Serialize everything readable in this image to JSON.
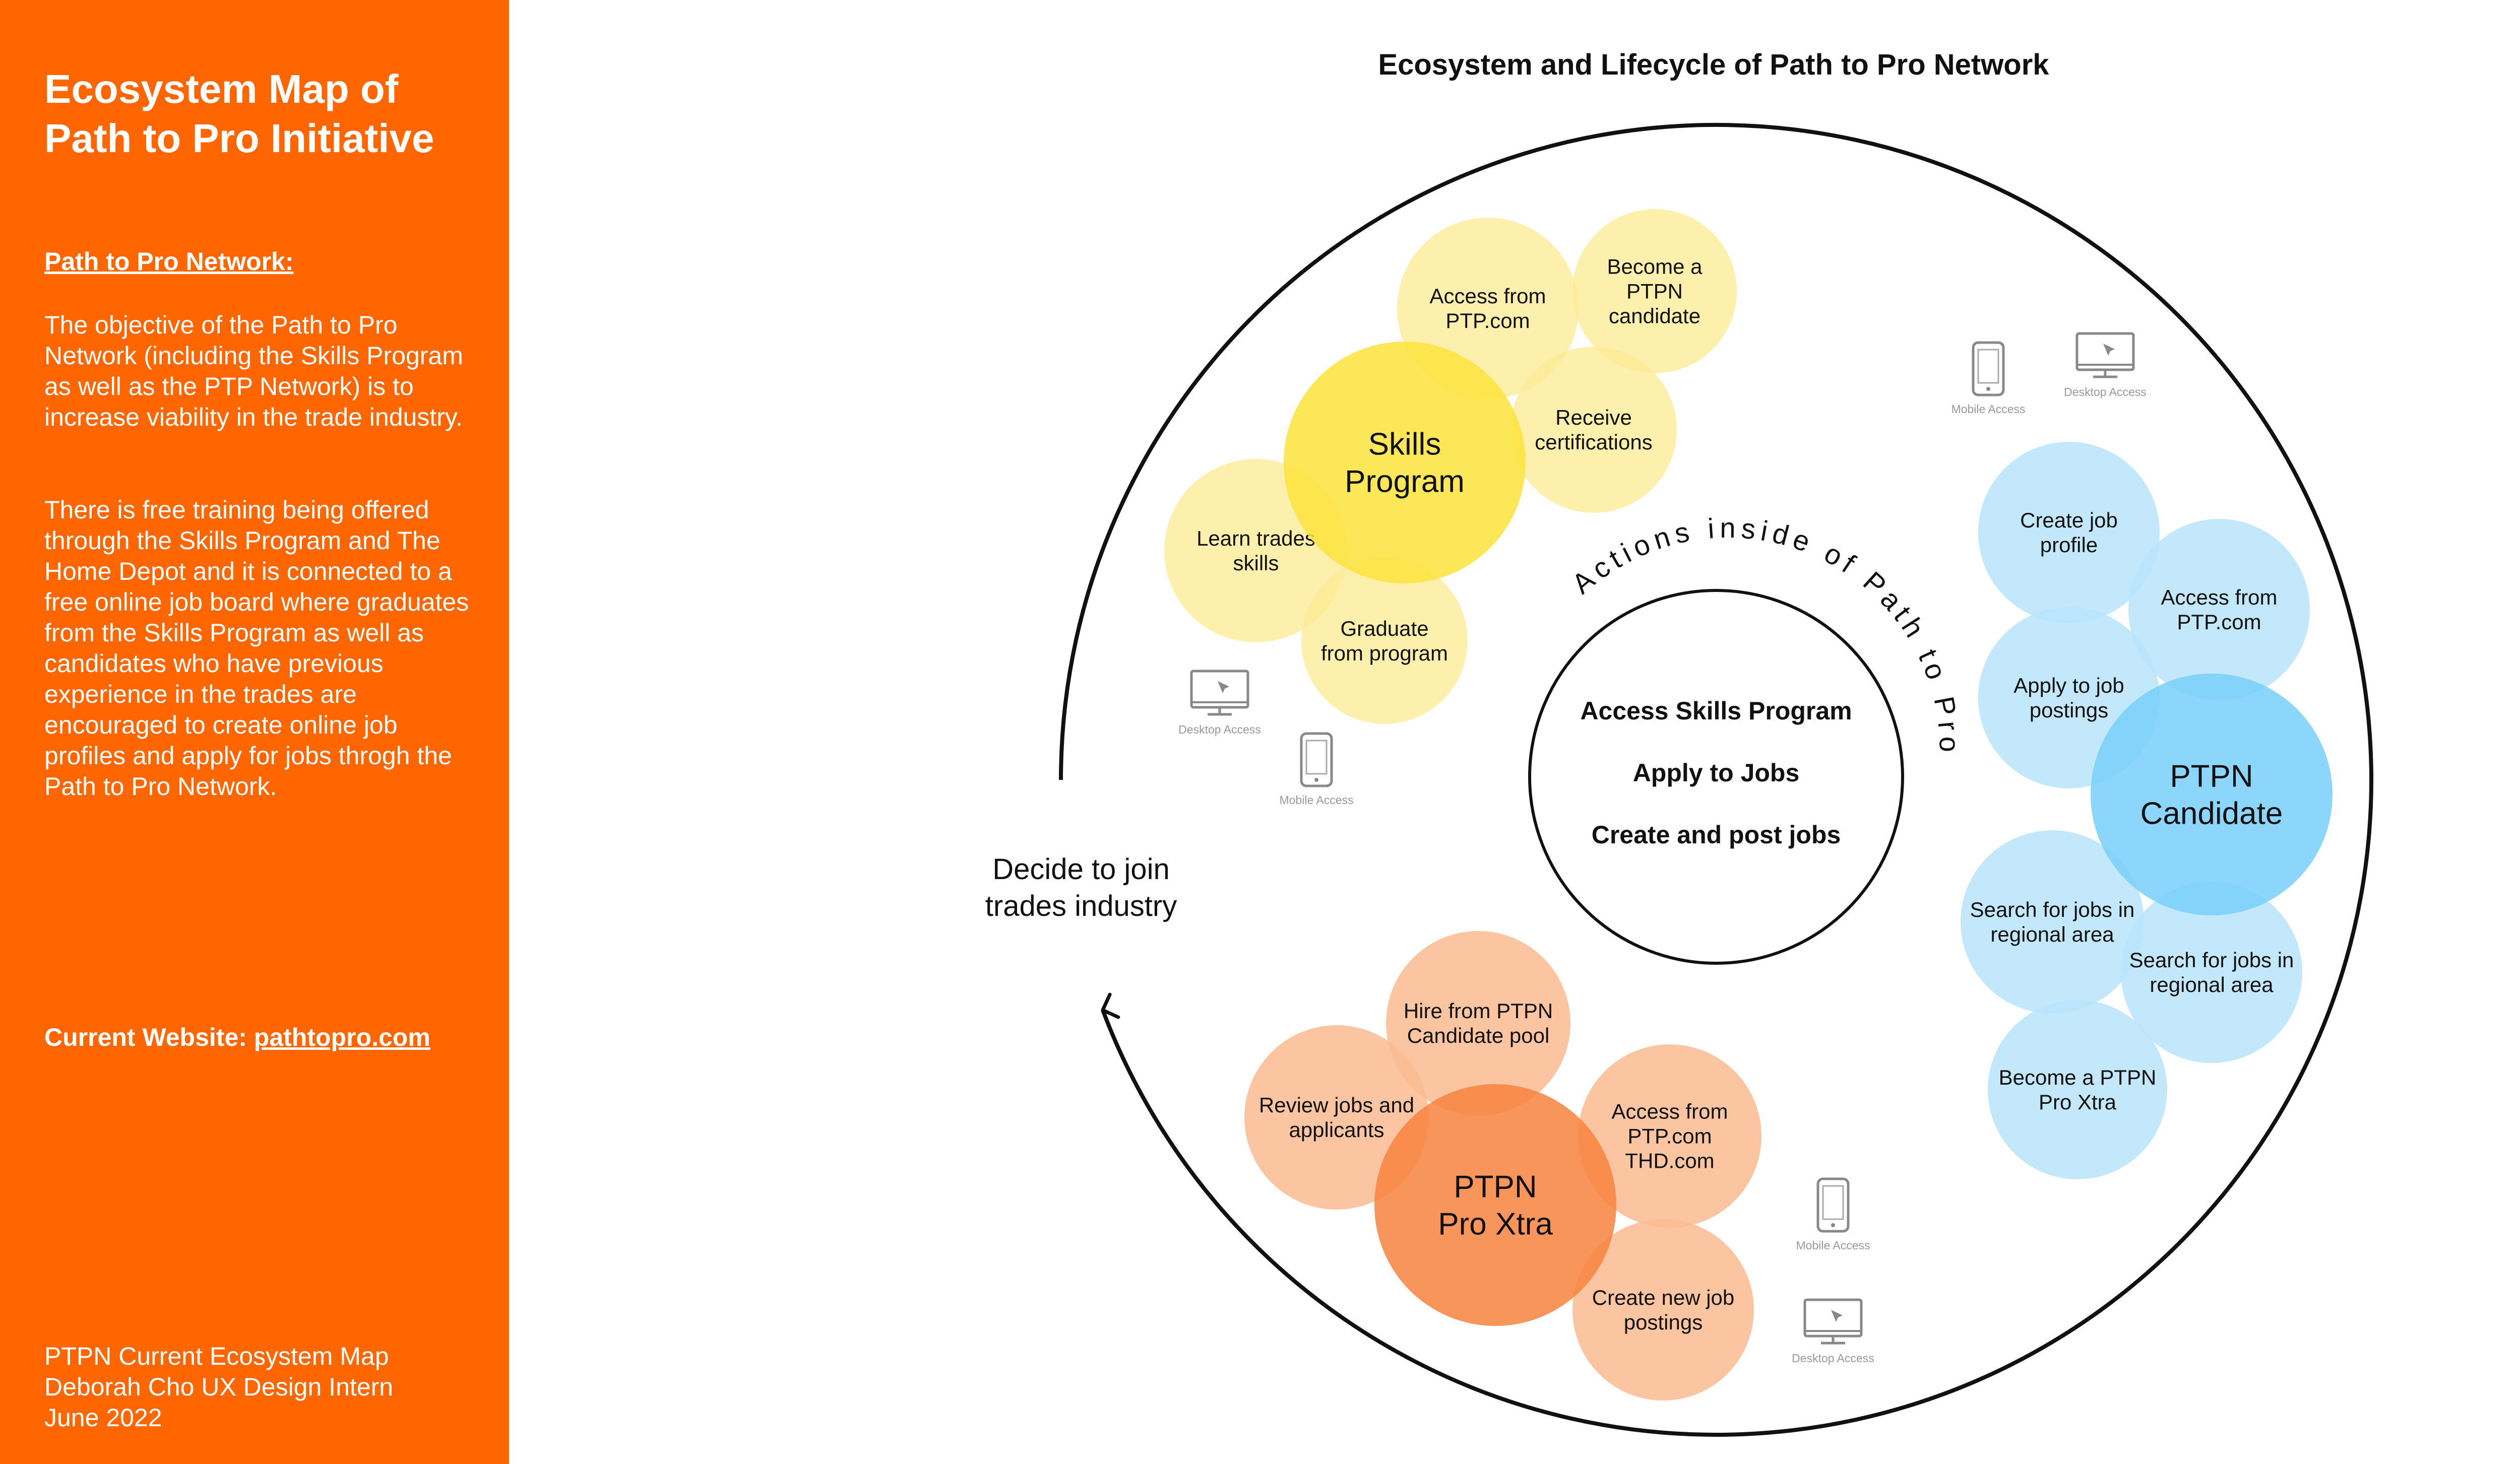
{
  "sidebar": {
    "title": "Ecosystem Map of Path to Pro Initiative",
    "network_heading": "Path to Pro Network:",
    "paragraph_1": "The objective of the Path to Pro Network (including the Skills Program as well as the PTP Network) is to increase viability in the trade industry.",
    "paragraph_2": "There is free training being offered through the Skills Program and The Home Depot and it is connected to a free online job board where graduates from the Skills Program as well as candidates who have previous experience in the trades are encouraged to create online job profiles and apply for jobs throgh the Path to Pro Network.",
    "website_label": "Current Website: ",
    "website_link": "pathtopro.com",
    "footer": [
      "PTPN Current Ecosystem Map",
      "Deborah Cho UX Design Intern",
      "June 2022"
    ]
  },
  "diagram": {
    "title": "Ecosystem and Lifecycle of Path to Pro Network",
    "curved_label": "Actions inside of Path to Pro",
    "center_actions": [
      "Access Skills Program",
      "Apply to Jobs",
      "Create and post jobs"
    ],
    "lifecycle_label": [
      "Decide to join",
      "trades industry"
    ],
    "colors": {
      "skills_main": "#FCE33C",
      "skills_light": "#FDEC97",
      "candidate_main": "#79CFFA",
      "candidate_light": "#B9E4FC",
      "pro_main": "#F7823E",
      "pro_light": "#FABB91",
      "device_label": "#999999"
    },
    "clusters": {
      "skills": {
        "main_label": [
          "Skills",
          "Program"
        ],
        "bubbles": [
          [
            "Access from",
            "PTP.com"
          ],
          [
            "Become a",
            "PTPN",
            "candidate"
          ],
          [
            "Receive",
            "certifications"
          ],
          [
            "Learn trades",
            "skills"
          ],
          [
            "Graduate",
            "from program"
          ]
        ]
      },
      "candidate": {
        "main_label": [
          "PTPN",
          "Candidate"
        ],
        "bubbles": [
          [
            "Create job",
            "profile"
          ],
          [
            "Access from",
            "PTP.com"
          ],
          [
            "Apply to job",
            "postings"
          ],
          [
            "Search for jobs in",
            "regional area"
          ],
          [
            "Search for jobs in",
            "regional area"
          ],
          [
            "Become a PTPN",
            "Pro Xtra"
          ]
        ]
      },
      "pro": {
        "main_label": [
          "PTPN",
          "Pro Xtra"
        ],
        "bubbles": [
          [
            "Hire from PTPN",
            "Candidate pool"
          ],
          [
            "Review jobs and",
            "applicants"
          ],
          [
            "Access from",
            "PTP.com",
            "THD.com"
          ],
          [
            "Create new job",
            "postings"
          ]
        ]
      }
    },
    "devices": {
      "mobile_label": "Mobile Access",
      "desktop_label": "Desktop Access"
    }
  }
}
